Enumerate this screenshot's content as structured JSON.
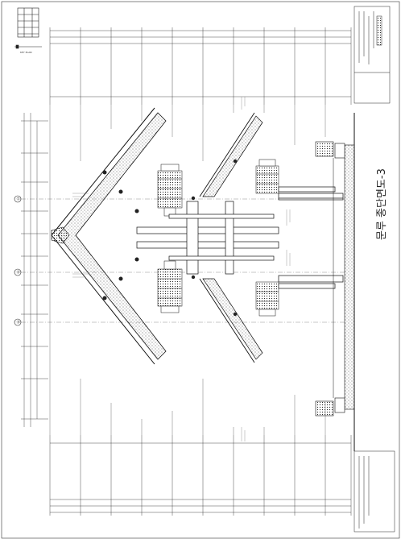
{
  "drawing": {
    "title": "문루 종단면도-3",
    "grid_markers": [
      "①",
      "②",
      "③"
    ]
  },
  "colors": {
    "line": "#1a1a1a",
    "hatch": "#555555",
    "paper": "#ffffff"
  }
}
